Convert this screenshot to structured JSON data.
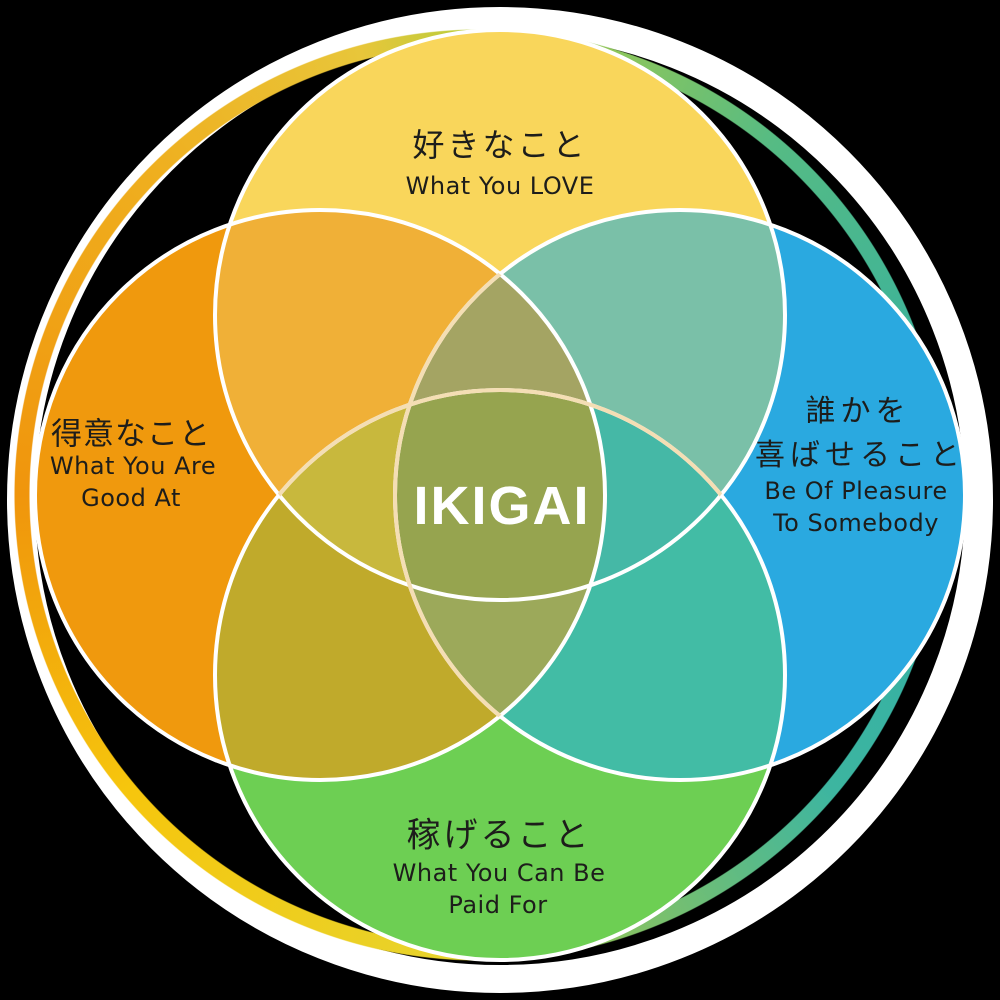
{
  "title": "IKIGAI venn diagram",
  "colors": {
    "background": "#000000",
    "outer_ring_white": "#FFFFFF",
    "circle_top_love": "#F9D65B",
    "circle_left_good_at": "#F0990D",
    "circle_right_pleasure": "#2AA9E0",
    "circle_bottom_paid": "#6DCF53",
    "overlap_top_left": "#F0B037",
    "overlap_top_right": "#7AC0A8",
    "overlap_bottom_left": "#C0AA2B",
    "overlap_bottom_right": "#42BCA5",
    "overlap_vertical_lens_top": "#A4A463",
    "overlap_vertical_lens_bottom": "#9CA95A",
    "overlap_horizontal_lens_left": "#C8B83D",
    "overlap_horizontal_lens_right": "#45B8A6",
    "center_region": "#96A44F",
    "circle_stroke_white": "#FFFFFF",
    "lens_stroke_cream": "#F4DEB4",
    "label_text": "#1D1D1B",
    "center_text": "#FFFFFF"
  },
  "ring": {
    "white": "#FFFFFF",
    "conic_stops": [
      "#B5CE3D 0deg",
      "#55BB84 40deg",
      "#2FAEA6 90deg",
      "#3DB5A0 130deg",
      "#8BC35E 165deg",
      "#E8D32B 185deg",
      "#F6C60D 230deg",
      "#F0950C 270deg",
      "#EFAF1F 315deg",
      "#E8C63A 345deg",
      "#B5CE3D 360deg"
    ]
  },
  "labels": {
    "top": {
      "jp": "好きなこと",
      "en": "What You LOVE"
    },
    "left": {
      "jp": "得意なこと",
      "en1": "What You Are",
      "en2": "Good At"
    },
    "right": {
      "jp1": "誰かを",
      "jp2": "喜ばせること",
      "en1": "Be Of Pleasure",
      "en2": "To Somebody"
    },
    "bottom": {
      "jp": "稼げること",
      "en1": "What You Can Be",
      "en2": "Paid For"
    },
    "center": "IKIGAI"
  }
}
